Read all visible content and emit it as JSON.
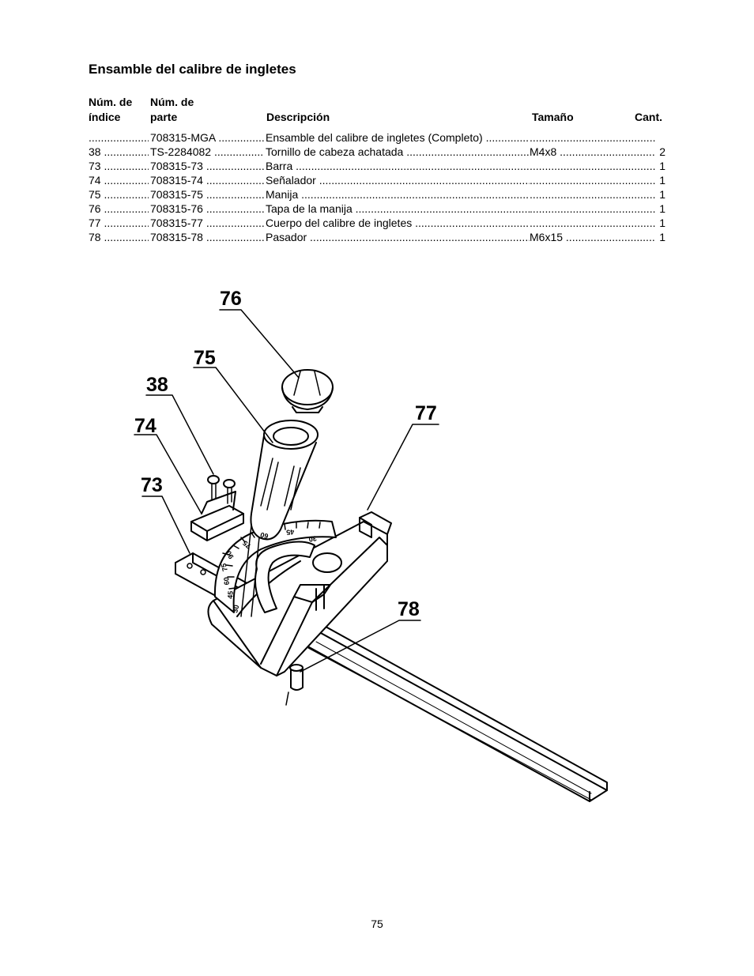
{
  "title": "Ensamble del calibre de ingletes",
  "headers": {
    "index": [
      "Núm. de",
      "índice"
    ],
    "part": [
      "Núm. de",
      "parte"
    ],
    "description": "Descripción",
    "size": "Tamaño",
    "qty": "Cant."
  },
  "rows": [
    {
      "index": "",
      "part": "708315-MGA",
      "description": "Ensamble del calibre de ingletes (Completo)",
      "size": "",
      "qty": ""
    },
    {
      "index": "38",
      "part": "TS-2284082",
      "description": "Tornillo de cabeza achatada",
      "size": "M4x8",
      "qty": "2"
    },
    {
      "index": "73",
      "part": "708315-73",
      "description": "Barra",
      "size": "",
      "qty": "1"
    },
    {
      "index": "74",
      "part": "708315-74",
      "description": "Señalador",
      "size": "",
      "qty": "1"
    },
    {
      "index": "75",
      "part": "708315-75",
      "description": "Manija",
      "size": "",
      "qty": "1"
    },
    {
      "index": "76",
      "part": "708315-76",
      "description": "Tapa de la manija",
      "size": "",
      "qty": "1"
    },
    {
      "index": "77",
      "part": "708315-77",
      "description": "Cuerpo del calibre de ingletes",
      "size": "",
      "qty": "1"
    },
    {
      "index": "78",
      "part": "708315-78",
      "description": "Pasador",
      "size": "M6x15",
      "qty": "1"
    }
  ],
  "diagram": {
    "callouts": [
      "76",
      "75",
      "38",
      "74",
      "77",
      "73",
      "78"
    ],
    "scale_labels": [
      "30",
      "45",
      "60",
      "75",
      "90",
      "75",
      "60",
      "45",
      "30"
    ]
  },
  "page_number": "75"
}
